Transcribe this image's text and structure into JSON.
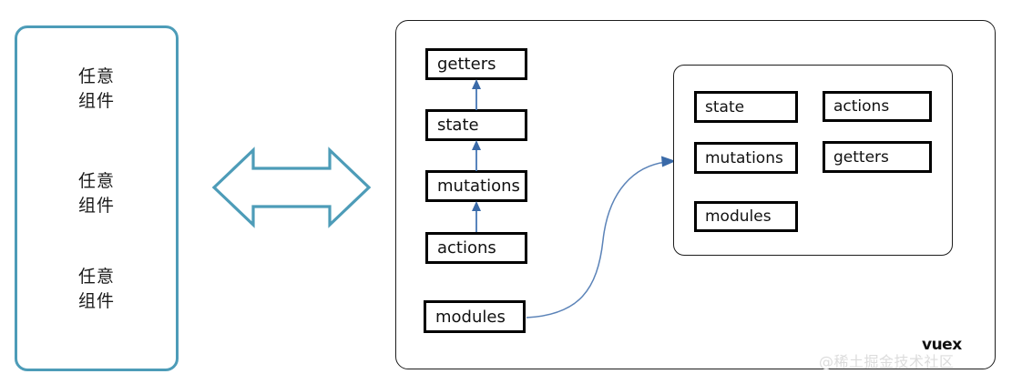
{
  "diagram": {
    "title": "vuex",
    "watermark": "@稀土掘金技术社区"
  },
  "component_panel": {
    "border_color": "#4d9cb8",
    "items": [
      {
        "line1": "任意",
        "line2": "组件"
      },
      {
        "line1": "任意",
        "line2": "组件"
      },
      {
        "line1": "任意",
        "line2": "组件"
      }
    ]
  },
  "bidirectional_arrow": {
    "name": "bidirectional-arrow",
    "color": "#4d9cb8",
    "direction": "both"
  },
  "vuex_panel": {
    "border_color": "#1d1d1d",
    "flow": {
      "boxes": [
        {
          "label": "getters"
        },
        {
          "label": "state"
        },
        {
          "label": "mutations"
        },
        {
          "label": "actions"
        }
      ],
      "modules_box": {
        "label": "modules"
      },
      "arrow_color": "#4576b5",
      "arrow_count": 3
    },
    "store": {
      "border_color": "#1d1d1d",
      "left_column": [
        {
          "label": "state"
        },
        {
          "label": "mutations"
        },
        {
          "label": "modules"
        }
      ],
      "right_column": [
        {
          "label": "actions"
        },
        {
          "label": "getters"
        }
      ]
    },
    "curved_arrow": {
      "color": "#5b83b8",
      "from": "modules",
      "to": "store"
    }
  }
}
